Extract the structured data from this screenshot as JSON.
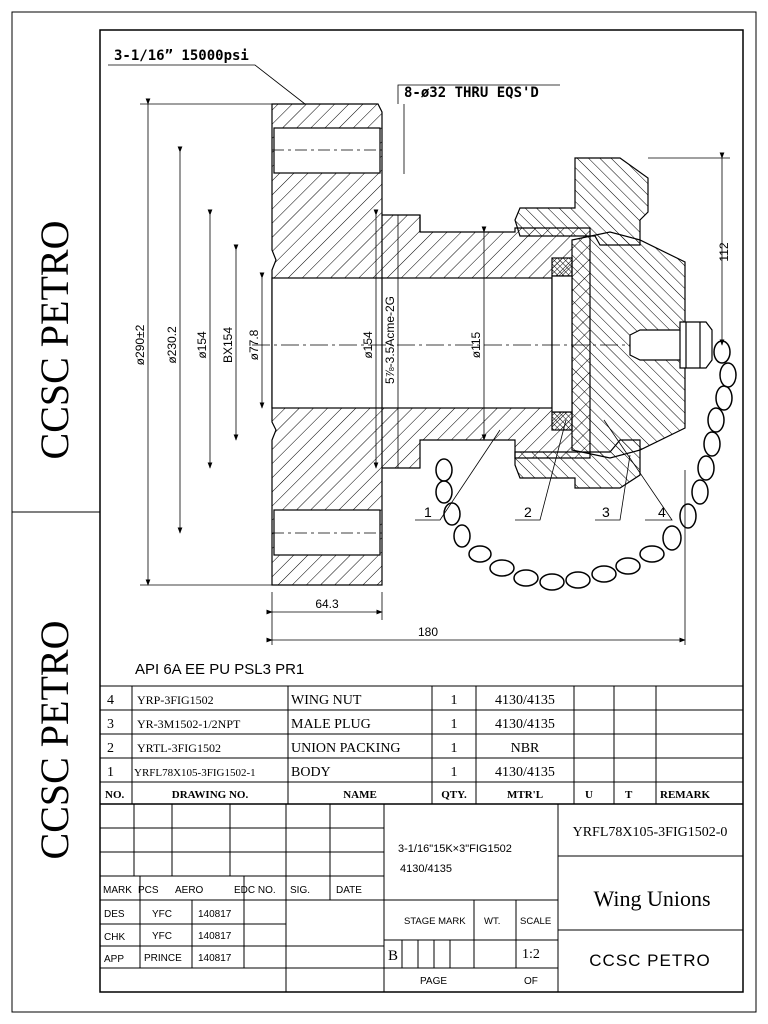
{
  "company": {
    "side_top": "CCSC PETRO",
    "side_bottom": "CCSC PETRO",
    "title_block": "CCSC PETRO"
  },
  "drawing": {
    "flange_rating": "3-1/16” 15000psi",
    "bolt_holes": "8-ø32 THRU EQS'D",
    "spec_note": "API 6A EE PU PSL3 PR1",
    "dimensions": {
      "d290": "ø290±2",
      "d230": "ø230.2",
      "d154_left": "ø154",
      "bx154": "BX154",
      "d77": "ø77.8",
      "d154_mid": "ø154",
      "thread": "5⅞-3.5Acme-2G",
      "d115": "ø115",
      "h112": "112",
      "w64": "64.3",
      "w180": "180"
    },
    "balloons": [
      "1",
      "2",
      "3",
      "4"
    ]
  },
  "bom": {
    "headers": [
      "NO.",
      "DRAWING NO.",
      "NAME",
      "QTY.",
      "MTR'L",
      "U",
      "T",
      "REMARK"
    ],
    "rows": [
      {
        "no": "4",
        "drawing_no": "YRP-3FIG1502",
        "name": "WING NUT",
        "qty": "1",
        "mtrl": "4130/4135"
      },
      {
        "no": "3",
        "drawing_no": "YR-3M1502-1/2NPT",
        "name": "MALE PLUG",
        "qty": "1",
        "mtrl": "4130/4135"
      },
      {
        "no": "2",
        "drawing_no": "YRTL-3FIG1502",
        "name": "UNION PACKING",
        "qty": "1",
        "mtrl": "NBR"
      },
      {
        "no": "1",
        "drawing_no": "YRFL78X105-3FIG1502-1",
        "name": "BODY",
        "qty": "1",
        "mtrl": "4130/4135"
      }
    ]
  },
  "title_block": {
    "spec_line1": "3-1/16\"15K×3\"FIG1502",
    "spec_line2": "4130/4135",
    "drawing_number": "YRFL78X105-3FIG1502-0",
    "title": "Wing Unions",
    "mark_label": "MARK",
    "pcs_label": "PCS",
    "aero_label": "AERO",
    "edc_label": "EDC NO.",
    "sig_label": "SIG.",
    "date_label": "DATE",
    "signoffs": [
      {
        "role": "DES",
        "name": "YFC",
        "date": "140817"
      },
      {
        "role": "CHK",
        "name": "YFC",
        "date": "140817"
      },
      {
        "role": "APP",
        "name": "PRINCE",
        "date": "140817"
      }
    ],
    "stage_mark_label": "STAGE MARK",
    "wt_label": "WT.",
    "scale_label": "SCALE",
    "stage_value": "B",
    "scale_value": "1:2",
    "page_label": "PAGE",
    "of_label": "OF"
  }
}
